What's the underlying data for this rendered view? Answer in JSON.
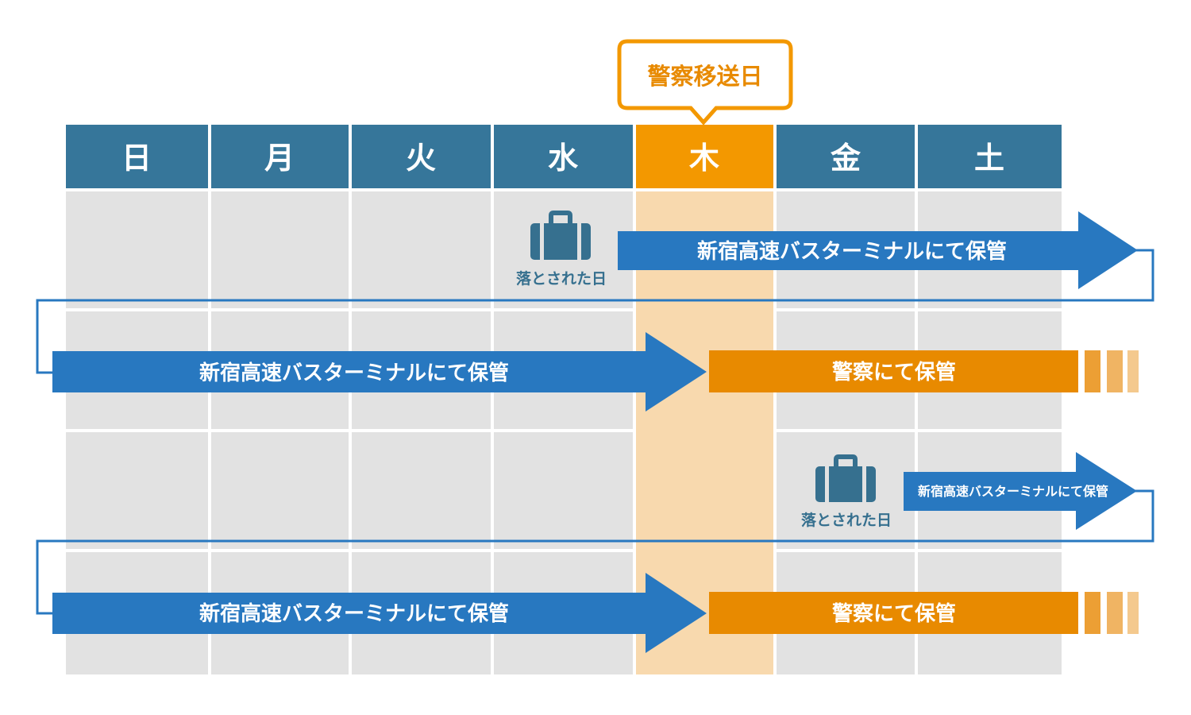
{
  "callout": {
    "label": "警察移送日"
  },
  "days": [
    "日",
    "月",
    "火",
    "水",
    "木",
    "金",
    "土"
  ],
  "highlight_day_index": 4,
  "colors": {
    "header_bg": "#36769a",
    "header_highlight": "#f39800",
    "cell_bg": "#e2e2e2",
    "highlight_column": "#f8d9ae",
    "blue_arrow": "#2878c0",
    "connector": "#2878c0",
    "orange_bar": "#e88a00",
    "orange_fade_1": "#ec9f34",
    "orange_fade_2": "#f0b463",
    "orange_fade_3": "#f4c98e",
    "icon": "#36708f"
  },
  "scenario_1": {
    "lost_icon": "suitcase-icon",
    "lost_label": "落とされた日",
    "row1_arrow_label": "新宿高速バスターミナルにて保管",
    "row2_arrow_label": "新宿高速バスターミナルにて保管",
    "police_label": "警察にて保管"
  },
  "scenario_2": {
    "lost_icon": "suitcase-icon",
    "lost_label": "落とされた日",
    "row1_arrow_label": "新宿高速バスターミナルにて保管",
    "row2_arrow_label": "新宿高速バスターミナルにて保管",
    "police_label": "警察にて保管"
  }
}
